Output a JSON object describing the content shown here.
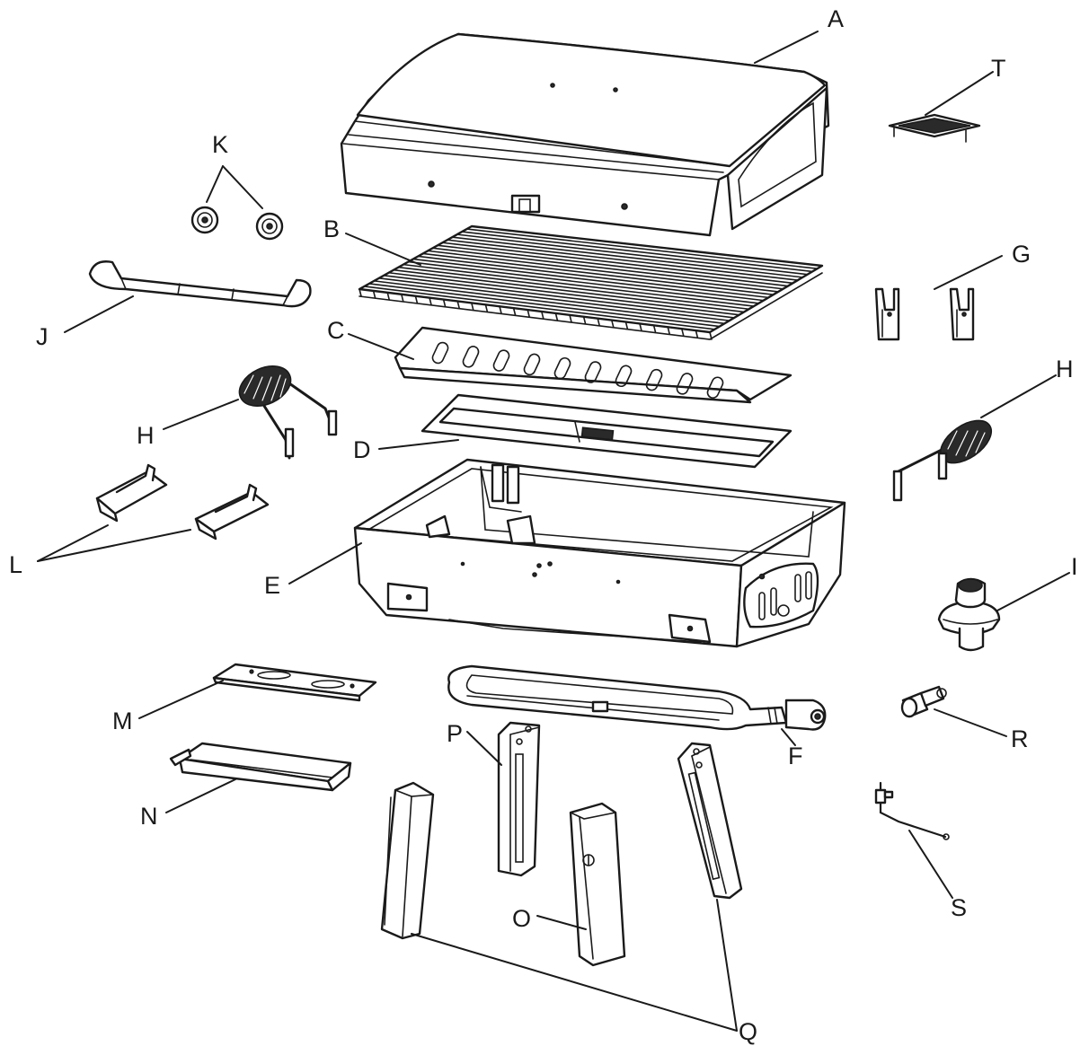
{
  "diagram": {
    "labels": {
      "A": "A",
      "B": "B",
      "C": "C",
      "D": "D",
      "E": "E",
      "F": "F",
      "G": "G",
      "H": "H",
      "I": "I",
      "J": "J",
      "K": "K",
      "L": "L",
      "M": "M",
      "N": "N",
      "O": "O",
      "P": "P",
      "Q": "Q",
      "R": "R",
      "S": "S",
      "T": "T"
    }
  }
}
